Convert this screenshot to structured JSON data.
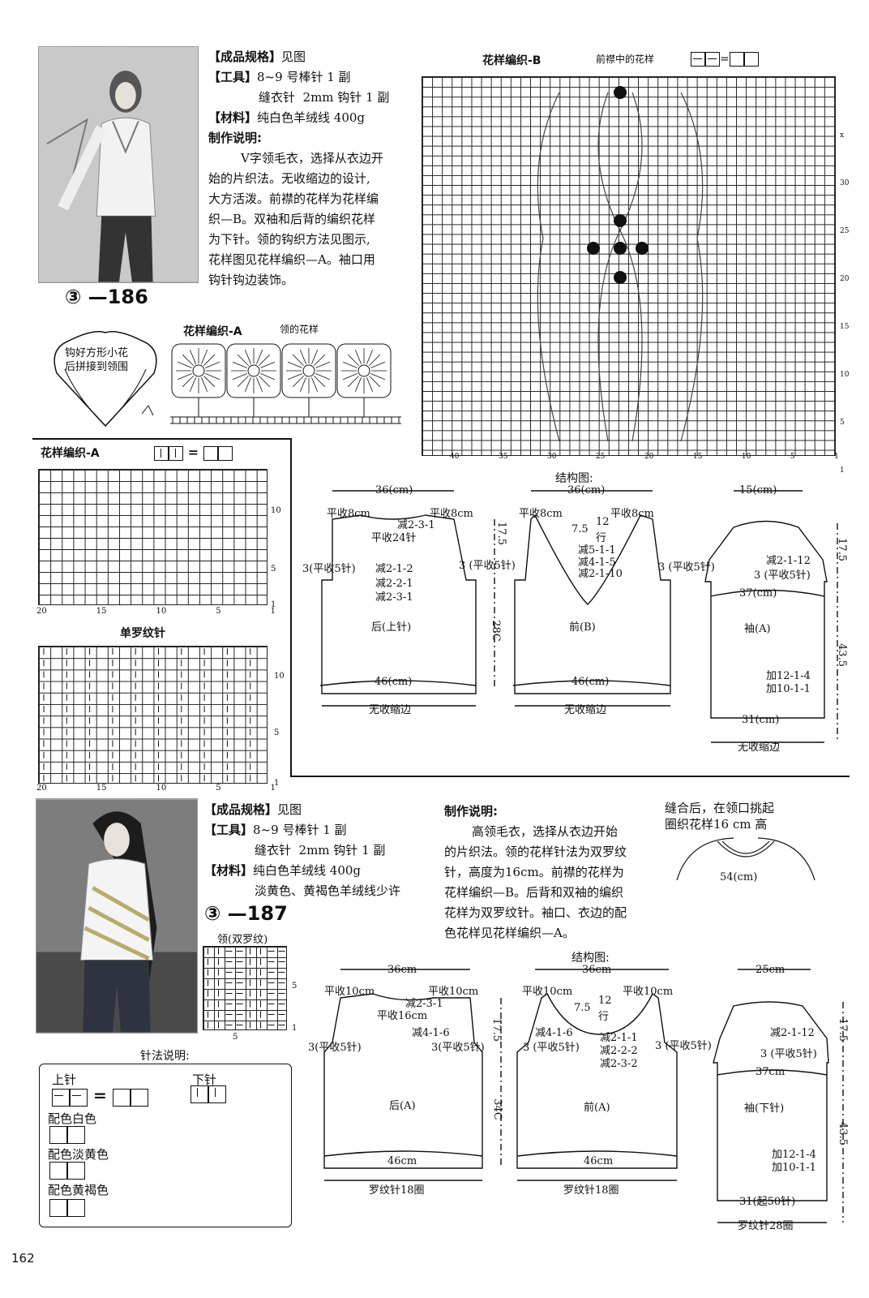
{
  "page_number": "162",
  "p186": {
    "code": "③ —186",
    "spec_label": "【成品规格】",
    "spec_value": "见图",
    "tools_label": "【工具】",
    "tools_value": "8~9 号棒针 1 副",
    "tools_value2": "缝衣针  2mm 钩针 1 副",
    "material_label": "【材料】",
    "material_value": "纯白色羊绒线 400g",
    "instructions_label": "制作说明:",
    "instructions": [
      "V字领毛衣，选择从衣边开",
      "始的片织法。无收缩边的设计,",
      "大方活泼。前襟的花样为花样编",
      "织—B。双袖和后背的编织花样",
      "为下针。领的钩织方法见图示,",
      "花样图见花样编织—A。袖口用",
      "钩针钩边装饰。"
    ]
  },
  "collar_note": [
    "钩好方形小花",
    "后拼接到领围"
  ],
  "pattern_a_collar": {
    "title": "花样编织-A",
    "subtitle": "领的花样"
  },
  "pattern_b": {
    "title": "花样编织-B",
    "subtitle": "前襟中的花样",
    "row_labels": [
      "x",
      "30",
      "25",
      "20",
      "15",
      "10",
      "5",
      "1"
    ],
    "col_labels": [
      "40",
      "35",
      "30",
      "25",
      "20",
      "15",
      "10",
      "5",
      "1"
    ]
  },
  "pattern_a_grid": {
    "title": "花样编织-A",
    "row_labels": [
      "10",
      "5",
      "1"
    ],
    "col_labels": [
      "20",
      "15",
      "10",
      "5",
      "1"
    ]
  },
  "rib_grid": {
    "title": "单罗纹针",
    "row_labels": [
      "10",
      "5",
      "1"
    ],
    "col_labels": [
      "20",
      "15",
      "10",
      "5",
      "1"
    ]
  },
  "structure186": {
    "title": "结构图:",
    "back": {
      "width": "36(cm)",
      "bind_left": "平收8cm",
      "bind_right": "平收8cm",
      "dec_top": "减2-3-1",
      "bind_mid": "平收24针",
      "armhole": "3(平收5针)",
      "dec1": "减2-1-2",
      "dec2": "减2-2-1",
      "dec3": "减2-3-1",
      "name": "后(上针)",
      "bottom": "46(cm)",
      "edge": "无收缩边",
      "h1": "17.5",
      "h2": "28C"
    },
    "front": {
      "width": "36(cm)",
      "bind_left": "平收8cm",
      "bind_right": "平收8cm",
      "rows": "12",
      "rows_unit": "行",
      "depth": "7.5",
      "dec1": "减5-1-1",
      "dec2": "减4-1-5",
      "dec3": "减2-1-10",
      "armhole": "3 (平收5针)",
      "armhole_right": "3 (平收5针)",
      "name": "前(B)",
      "bottom": "46(cm)",
      "edge": "无收缩边"
    },
    "sleeve": {
      "width": "15(cm)",
      "dec": "减2-1-12",
      "armhole": "3 (平收5针)",
      "upper": "37(cm)",
      "name": "袖(A)",
      "inc1": "加12-1-4",
      "inc2": "加10-1-1",
      "bottom": "31(cm)",
      "edge": "无收缩边",
      "h1": "17.5",
      "h2": "43.5"
    }
  },
  "p187": {
    "code": "③ —187",
    "spec_label": "【成品规格】",
    "spec_value": "见图",
    "tools_label": "【工具】",
    "tools_value": "8~9 号棒针 1 副",
    "tools_value2": "缝衣针  2mm 钩针 1 副",
    "material_label": "【材料】",
    "material_value": "纯白色羊绒线 400g",
    "material_value2": "淡黄色、黄褐色羊绒线少许",
    "instructions_label": "制作说明:",
    "instructions": [
      "高领毛衣，选择从衣边开始",
      "的片织法。领的花样针法为双罗纹",
      "针，高度为16cm。前襟的花样为",
      "花样编织—B。后背和双袖的编织",
      "花样为双罗纹针。袖口、衣边的配",
      "色花样见花样编织—A。"
    ]
  },
  "collar187": {
    "title": "领(双罗纹)",
    "row5": "5",
    "row1": "1",
    "col5": "5"
  },
  "neck_note": {
    "line1": "缝合后，在领口挑起",
    "line2": "圈织花样16 cm 高",
    "circ": "54(cm)"
  },
  "legend": {
    "title": "针法说明:",
    "knit": "上针",
    "purl": "下针",
    "white": "配色白色",
    "light_yellow": "配色淡黄色",
    "tan": "配色黄褐色"
  },
  "structure187": {
    "title": "结构图:",
    "back": {
      "width": "36cm",
      "bind_left": "平收10cm",
      "bind_right": "平收10cm",
      "dec_top": "减2-3-1",
      "bind_mid": "平收16cm",
      "dec1": "减4-1-6",
      "armhole_left": "3(平收5针)",
      "armhole_right": "3(平收5针)",
      "name": "后(A)",
      "bottom": "46cm",
      "edge": "罗纹针18圈",
      "h1": "17.5",
      "h2": "34C"
    },
    "front": {
      "width": "36cm",
      "bind_left": "平收10cm",
      "bind_right": "平收10cm",
      "rows": "12",
      "rows_unit": "行",
      "depth": "7.5",
      "dec0": "减4-1-6",
      "dec1": "减2-1-1",
      "dec2": "减2-2-2",
      "dec3": "减2-3-2",
      "armhole_left": "3 (平收5针)",
      "armhole_right": "3 (平收5针)",
      "name": "前(A)",
      "bottom": "46cm",
      "edge": "罗纹针18圈"
    },
    "sleeve": {
      "width": "25cm",
      "dec": "减2-1-12",
      "armhole": "3 (平收5针)",
      "upper": "37cm",
      "name": "袖(下针)",
      "inc1": "加12-1-4",
      "inc2": "加10-1-1",
      "bottom": "31(起50针)",
      "edge": "罗纹针28圈",
      "h1": "17.5",
      "h2": "43.5"
    }
  }
}
